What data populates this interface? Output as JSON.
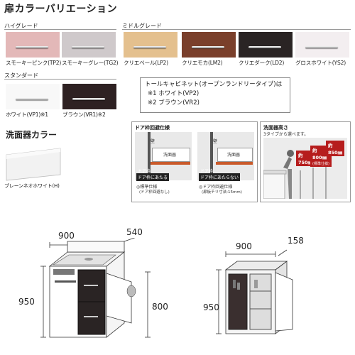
{
  "title": "扉カラーバリエーション",
  "grades": {
    "high": "ハイグレード",
    "middle": "ミドルグレード",
    "standard": "スタンダード"
  },
  "swatches": [
    {
      "label": "スモーキーピンク(TP2)",
      "color": "#e3b8b8"
    },
    {
      "label": "スモーキーグレー(TG2)",
      "color": "#cfc9cb"
    },
    {
      "label": "クリエペール(LP2)",
      "color": "#e4c08e"
    },
    {
      "label": "クリエモカ(LM2)",
      "color": "#7a3f2b"
    },
    {
      "label": "クリエダーク(LD2)",
      "color": "#2a2424"
    },
    {
      "label": "グロスホワイト(YS2)",
      "color": "#f3eef0"
    },
    {
      "label": "ホワイト(VP1)※1",
      "color": "#f8f8f8"
    },
    {
      "label": "ブラウン(VR1)※2",
      "color": "#2e2122"
    }
  ],
  "note": {
    "line1": "トールキャビネット(オープンランドリータイプ)は",
    "line2": "※1 ホワイト(VP2)",
    "line3": "※2 ブラウン(VR2)"
  },
  "basin": {
    "title": "洗面器カラー",
    "caption": "ブレーンネオホワイト(H)"
  },
  "door_panel": {
    "title": "ドア枠回避仕様",
    "wall": "壁",
    "wall2": "壁",
    "label_basin": "洗面器",
    "label_basin2": "洗面器",
    "frame_left": "ドア枠",
    "frame_right": "ドア枠",
    "hit": "ドア枠にあたる",
    "nohit": "ドア枠にあたらない",
    "cap_left1": "◎標準仕様",
    "cap_left2": "(ドア枠回避なし)",
    "cap_right1": "◎ドア枠回避仕様",
    "cap_right2": "(扉板チリ寸法:15mm)"
  },
  "height_panel": {
    "title": "洗面器高さ",
    "subtitle": "3タイプから選べます。",
    "h1": "750㎜",
    "h2": "800㎜",
    "h2_note": "(標準仕様)",
    "h3": "850㎜",
    "prefix": "約"
  },
  "dims_left": {
    "w": "900",
    "d": "540",
    "h": "950",
    "counter": "800"
  },
  "dims_right": {
    "w": "900",
    "d": "158",
    "h": "950"
  }
}
